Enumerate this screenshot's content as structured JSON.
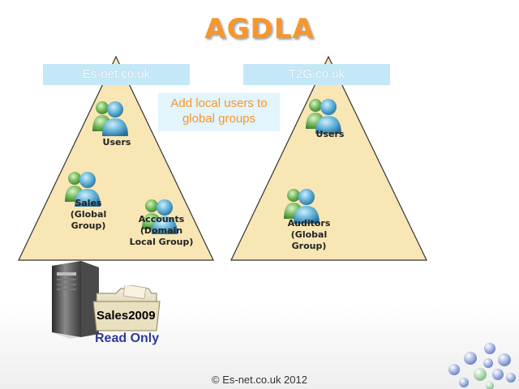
{
  "slide": {
    "title": "AGDLA",
    "footer": "© Es-net.co.uk 2012"
  },
  "domains": [
    {
      "name": "Es-net.co.uk"
    },
    {
      "name": "T2G.co.uk"
    }
  ],
  "note": {
    "line1": "Add local users to",
    "line2": "global groups"
  },
  "groups": {
    "es_users": "Users",
    "sales": [
      "Sales",
      "(Global",
      "Group)"
    ],
    "accounts": [
      "Accounts",
      "(Domain",
      "Local Group)"
    ],
    "t2g_users": "Users",
    "auditors": [
      "Auditors",
      "(Global",
      "Group)"
    ]
  },
  "share": {
    "name": "Sales2009",
    "permission": "Read Only"
  },
  "colors": {
    "title": "#f7962b",
    "triangle_fill": "#f8e6b4",
    "label_bg": "#c4e8f8",
    "permission_text": "#2e3a9a"
  },
  "icons": {
    "user_group": "user-group-icon",
    "server": "server-icon",
    "folder": "folder-icon",
    "logo": "dots-logo-icon"
  }
}
